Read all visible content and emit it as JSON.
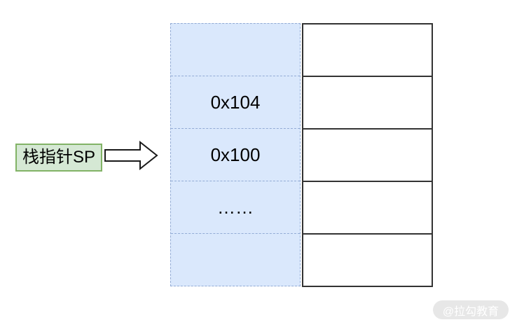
{
  "diagram": {
    "pointer": {
      "label": "栈指针SP"
    },
    "stack_rows": [
      {
        "address": "",
        "value": ""
      },
      {
        "address": "0x104",
        "value": ""
      },
      {
        "address": "0x100",
        "value": ""
      },
      {
        "address": "……",
        "value": ""
      },
      {
        "address": "",
        "value": ""
      }
    ],
    "colors": {
      "address_fill": "#dae8fc",
      "address_border": "#92abd5",
      "memory_border": "#333333",
      "label_fill": "#d5e8d4",
      "label_border": "#82b366",
      "arrow_stroke": "#1a1a1a"
    }
  },
  "watermark": {
    "text": "@拉勾教育"
  }
}
